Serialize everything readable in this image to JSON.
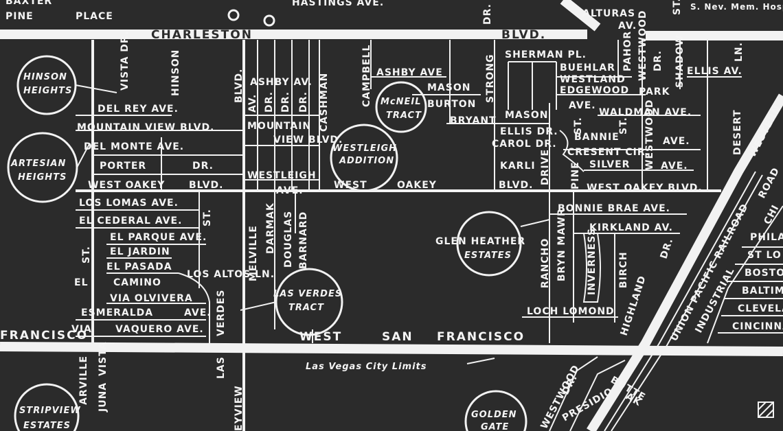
{
  "streets": {
    "charleston": "CHARLESTON",
    "blvd_top": "BLVD.",
    "hastings": "HASTINGS AVE.",
    "pine_top": "PINE",
    "place_top": "PLACE",
    "baxter": "BAXTER",
    "alturas": "ALTURAS",
    "av_top": "AV.",
    "del_rey": "DEL REY AVE.",
    "mountain_view_blvd": "MOUNTAIN VIEW BLVD.",
    "del_monte": "DEL MONTE AVE.",
    "porter": "PORTER",
    "porter_dr": "DR.",
    "west_oakey_left": "WEST OAKEY",
    "west_oakey_left_blvd": "BLVD.",
    "los_lomas": "LOS LOMAS AVE.",
    "el_cederal": "EL CEDERAL AVE.",
    "el_parque": "EL PARQUE AVE.",
    "el_jardin": "EL JARDIN",
    "el_pasada": "EL PASADA",
    "el": "EL",
    "camino": "CAMINO",
    "los_altos": "LOS ALTOS LN.",
    "via_olvivera": "VIA OLVIVERA",
    "esmeralda": "ESMERALDA",
    "esmeralda_ave": "AVE.",
    "vaquero": "VAQUERO AVE.",
    "via": "VIA",
    "francisco_left": "FRANCISCO",
    "ashby_av": "ASHBY AV.",
    "mountain": "MOUNTAIN",
    "view_blvd": "VIEW BLVD.",
    "westleigh": "WESTLEIGH",
    "westleigh_ave": "AVE.",
    "ashby_ave": "ASHBY AVE",
    "mason": "MASON",
    "burton": "BURTON",
    "bryant": "BRYANT",
    "mason2": "MASON",
    "sherman": "SHERMAN PL.",
    "buehlar": "BUEHLAR",
    "westland": "WESTLAND",
    "edgewood": "EDGEWOOD",
    "park": "PARK",
    "ellis_av": "ELLIS AV.",
    "ave_edgewood": "AVE.",
    "waldman": "WALDMAN AVE.",
    "ellis_dr": "ELLIS DR.",
    "carol_dr": "CAROL DR.",
    "bannie": "BANNIE",
    "bannie_ave": "AVE.",
    "cresent": "CRESENT CIR.",
    "silver": "SILVER",
    "silver_ave": "AVE.",
    "karli": "KARLI",
    "west_oakey_mid": "WEST",
    "oakey_mid": "OAKEY",
    "blvd_mid": "BLVD.",
    "west_oakey_right": "WEST  OAKEY BLVD.",
    "bonnie_brae": "BONNIE BRAE AVE.",
    "kirkland": "KIRKLAND AV.",
    "loch_lomond": "LOCH LOMOND",
    "west_san_francisco_1": "WEST",
    "west_san_francisco_2": "SAN",
    "west_san_francisco_3": "FRANCISCO",
    "city_limits": "Las Vegas City Limits",
    "union_pacific": "UNION PACIFIC RAILROAD",
    "industrial": "INDUSTRIAL",
    "western": "WESTERN",
    "road": "ROAD",
    "philade": "PHILADE",
    "st_lo": "ST LO",
    "bosto": "BOSTO",
    "baltimo": "BALTIMO",
    "clevela": "CLEVELA",
    "cincinnati": "CINCINNATI",
    "chi": "CHI",
    "s_nev_hospital": "S. Nev. Mem. Hospital",
    "vista_dr": "VISTA DR.",
    "hinson": "HINSON",
    "blvd_vert": "BLVD.",
    "av_vert": "AV.",
    "dr1": "DR.",
    "dr2": "DR.",
    "dr3": "DR.",
    "cashman": "CASHMAN",
    "campbell": "CAMPBELL",
    "strong": "STRONG",
    "dr_top": "DR.",
    "pahor": "PAHOR",
    "westwood_top": "WESTWOOD",
    "dr_right": "DR.",
    "shadow": "SHADOW",
    "ln": "LN.",
    "desert": "DESERT",
    "st_top": "ST.",
    "drive": "DRIVE",
    "pine_vert": "PINE",
    "st_pine": "ST.",
    "westwood_mid": "WESTWOOD",
    "st_mid": "ST.",
    "rancho": "RANCHO",
    "bryn_mawr": "BRYN MAWR",
    "inverness": "INVERNESS",
    "birch": "BIRCH",
    "highland": "HIGHLAND",
    "dr_highland": "DR.",
    "melville": "MELVILLE",
    "darmak": "DARMAK",
    "douglas": "DOUGLAS",
    "barnard": "BARNARD",
    "verdes": "VERDES",
    "las": "LAS",
    "st_left": "ST.",
    "st_left2": "ST.",
    "juna": "JUNA",
    "vista": "VISTA",
    "arville": "ARVILLE",
    "eyview": "EYVIEW",
    "westwood_low": "WESTWOOD",
    "dr_low": "DR.",
    "presidio": "PRESIDIO",
    "butte": "BUTTE",
    "ak": "AK"
  },
  "subdivisions": {
    "hinson_heights_1": "HINSON",
    "hinson_heights_2": "HEIGHTS",
    "artesian_1": "ARTESIAN",
    "artesian_2": "HEIGHTS",
    "westleigh_1": "WESTLEIGH",
    "westleigh_2": "ADDITION",
    "mneil_1": "McNEIL",
    "mneil_2": "TRACT",
    "glen_1": "GLEN HEATHER",
    "glen_2": "ESTATES",
    "las_verdes_1": "LAS VERDES",
    "las_verdes_2": "TRACT",
    "stripview_1": "STRIPVIEW",
    "stripview_2": "ESTATES",
    "golden_1": "GOLDEN",
    "golden_2": "GATE"
  },
  "colors": {
    "background": "#2b2b2b",
    "ink": "#f2f2f2"
  }
}
